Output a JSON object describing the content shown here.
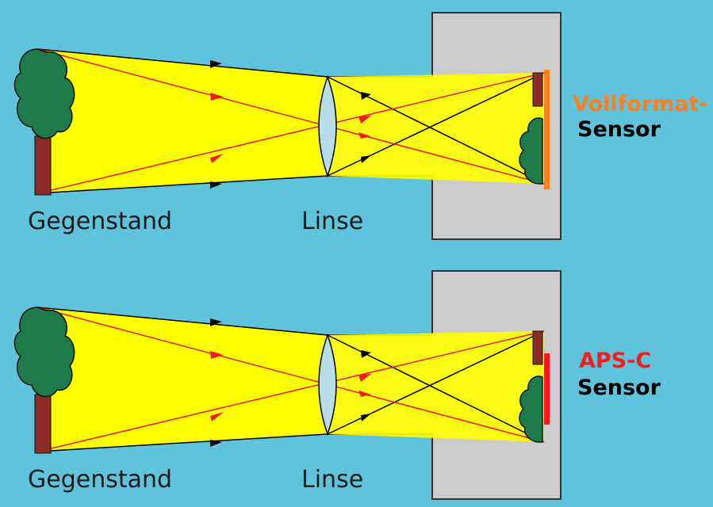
{
  "colors": {
    "background": "#5fc3dc",
    "camera_body": "#cccccc",
    "light_cone": "#ffff00",
    "ray_red": "#ee1c25",
    "ray_black": "#000000",
    "tree_crown": "#1f7a4a",
    "tree_trunk": "#8c2a25",
    "lens": "#b8dce8",
    "vollformat": "#ff7f1e",
    "apsc": "#ff1a1a"
  },
  "diagrams": [
    {
      "id": "full-frame",
      "object_label": "Gegenstand",
      "lens_label": "Linse",
      "sensor_title": "Vollformat-",
      "sensor_word": "Sensor",
      "sensor_type": "full-frame"
    },
    {
      "id": "aps-c",
      "object_label": "Gegenstand",
      "lens_label": "Linse",
      "sensor_title": "APS-C",
      "sensor_word": "Sensor",
      "sensor_type": "aps-c"
    }
  ]
}
